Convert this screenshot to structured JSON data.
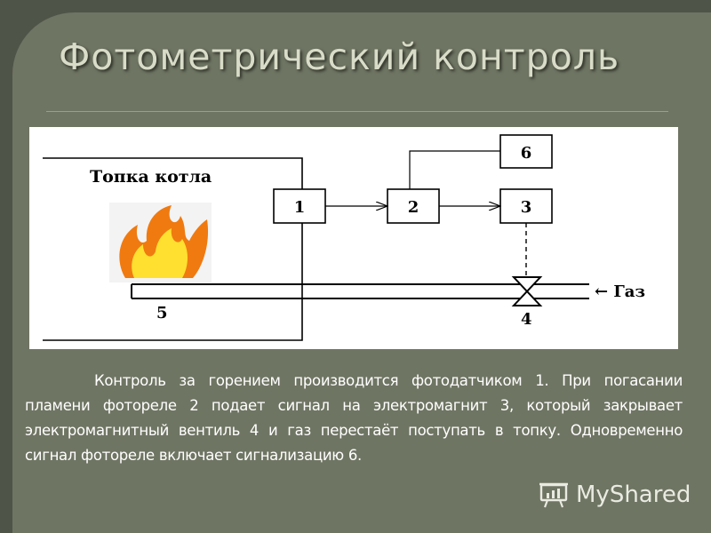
{
  "slide": {
    "title": "Фотометрический контроль",
    "caption": "Контроль за горением производится фотодатчиком 1. При погасании пламени фотореле 2 подает сигнал на электромагнит 3, который закрывает электромагнитный вентиль 4 и газ перестаёт поступать в топку. Одновременно сигнал фотореле включает сигнализацию 6."
  },
  "diagram": {
    "furnace_label": "Топка котла",
    "gas_label": "← Газ",
    "box1": "1",
    "box2": "2",
    "box3": "3",
    "box6": "6",
    "pipe_number": "5",
    "valve_number": "4"
  },
  "brand": {
    "name": "MyShared",
    "icon": "presentation-board-icon"
  },
  "colors": {
    "page_bg": "#4f5448",
    "slide_bg": "#6f7563",
    "title_text": "#d8dcc8",
    "flame_outer": "#f07a10",
    "flame_inner": "#ffe030"
  }
}
